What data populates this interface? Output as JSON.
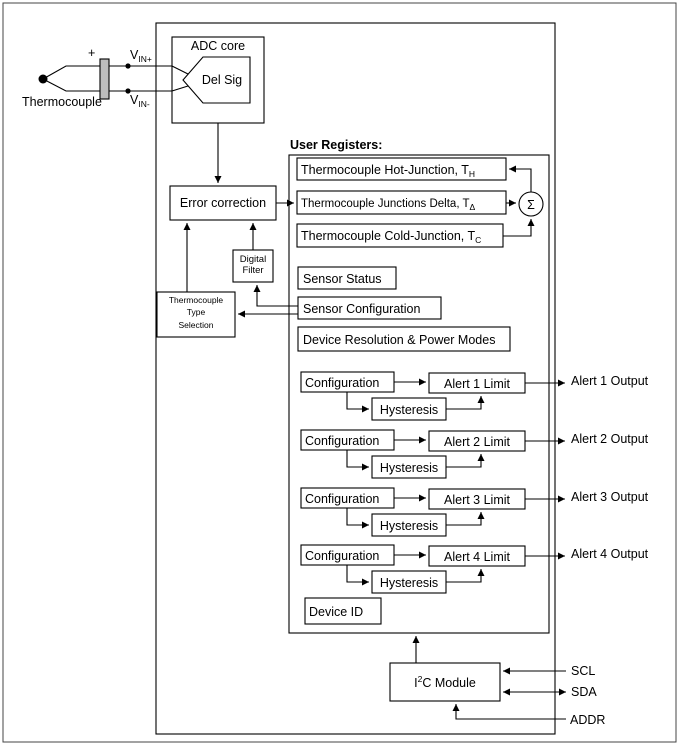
{
  "diagram": {
    "thermocouple_label": "Thermocouple",
    "vin_plus": {
      "main": "V",
      "sub": "IN+"
    },
    "vin_minus": {
      "main": "V",
      "sub": "IN-"
    },
    "plus_sign": "+",
    "adc_core": "ADC core",
    "del_sig": "Del Sig",
    "error_correction": "Error correction",
    "digital_filter": [
      "Digital",
      "Filter"
    ],
    "tc_type_selection": [
      "Thermocouple",
      "Type",
      "Selection"
    ],
    "user_registers": "User Registers:",
    "hot_junction": {
      "main": "Thermocouple Hot-Junction, T",
      "sub": "H"
    },
    "junctions_delta": {
      "main": "Thermocouple Junctions Delta, T",
      "sub": "Δ"
    },
    "cold_junction": {
      "main": "Thermocouple Cold-Junction, T",
      "sub": "C"
    },
    "sigma": "Σ",
    "sensor_status": "Sensor Status",
    "sensor_configuration": "Sensor Configuration",
    "device_resolution": "Device Resolution & Power Modes",
    "alerts": [
      {
        "config": "Configuration",
        "limit": "Alert 1 Limit",
        "hysteresis": "Hysteresis",
        "output": "Alert 1 Output"
      },
      {
        "config": "Configuration",
        "limit": "Alert 2 Limit",
        "hysteresis": "Hysteresis",
        "output": "Alert 2 Output"
      },
      {
        "config": "Configuration",
        "limit": "Alert 3 Limit",
        "hysteresis": "Hysteresis",
        "output": "Alert 3 Output"
      },
      {
        "config": "Configuration",
        "limit": "Alert 4 Limit",
        "hysteresis": "Hysteresis",
        "output": "Alert 4 Output"
      }
    ],
    "device_id": "Device ID",
    "i2c_module": {
      "pre": "I",
      "sup": "2",
      "post": "C Module"
    },
    "scl": "SCL",
    "sda": "SDA",
    "addr": "ADDR"
  }
}
